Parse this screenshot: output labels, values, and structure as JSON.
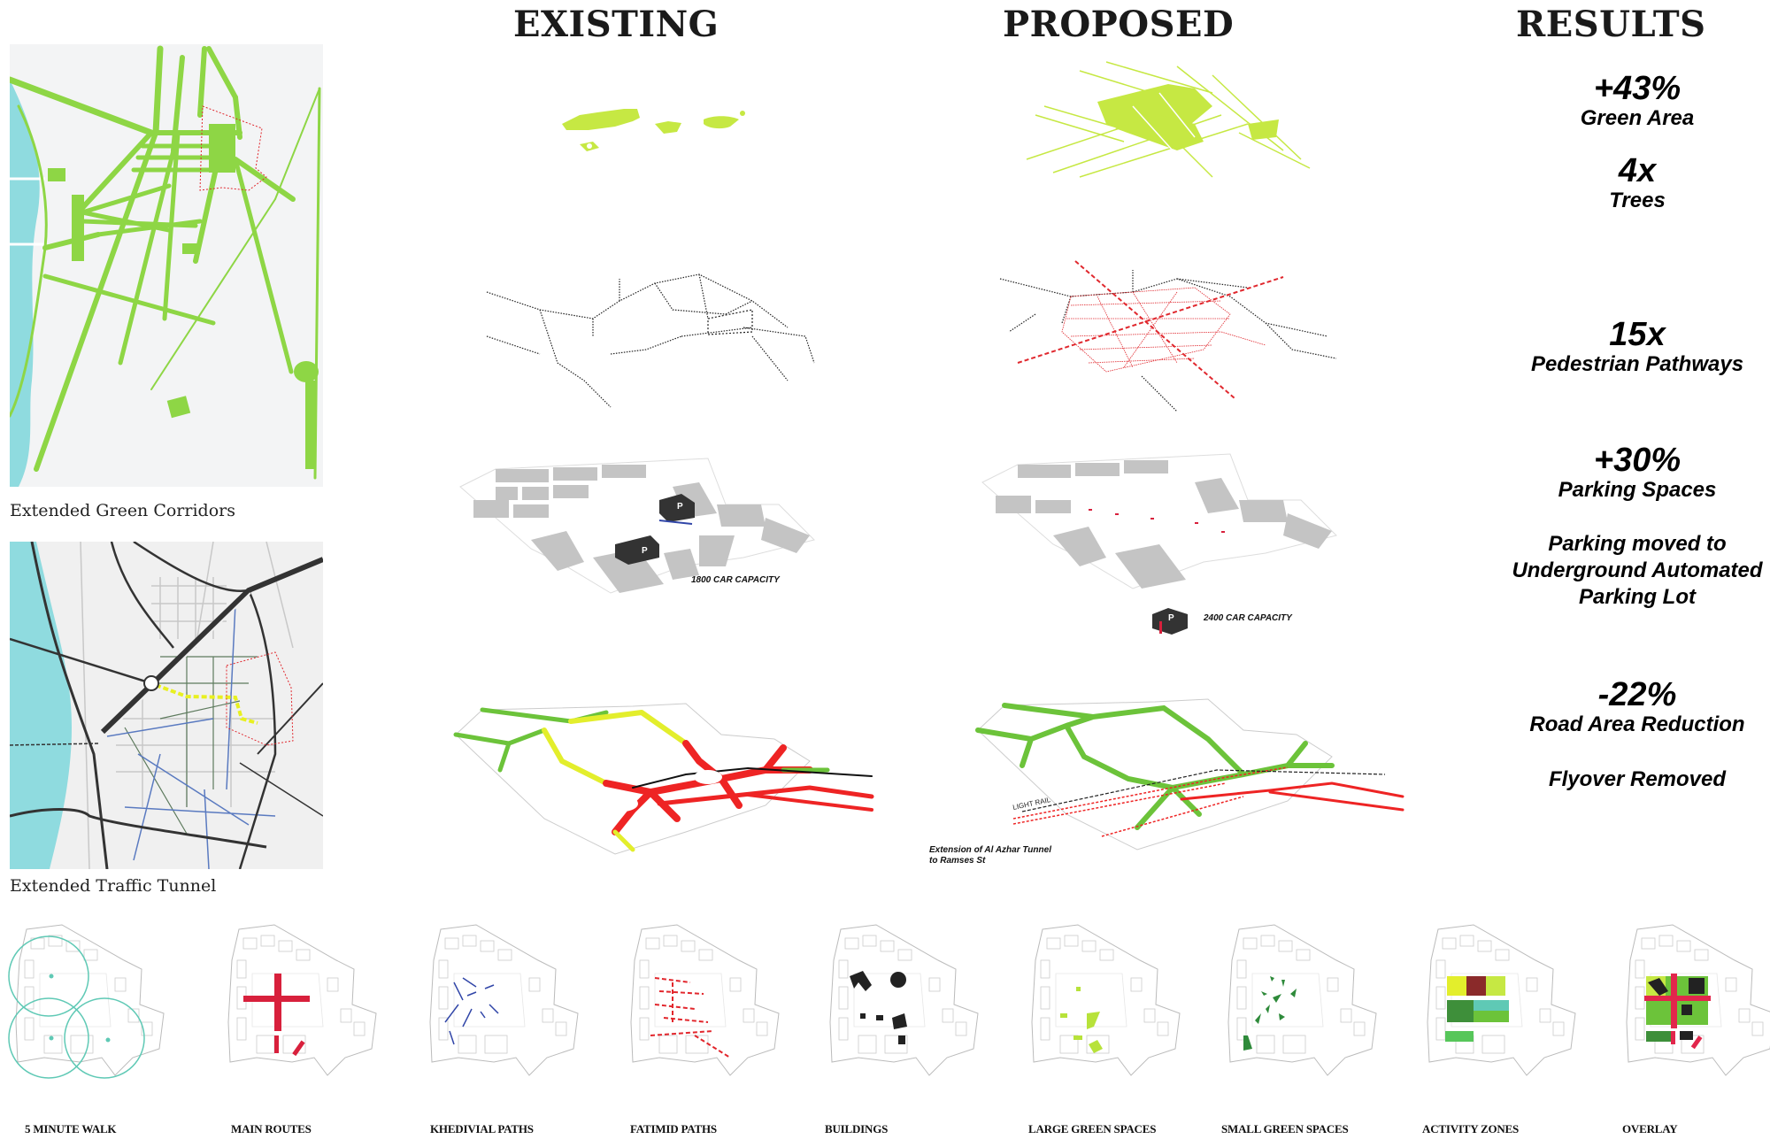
{
  "headers": {
    "existing": "EXISTING",
    "proposed": "PROPOSED",
    "results": "RESULTS"
  },
  "left_maps": {
    "green_corridors_caption": "Extended Green Corridors",
    "traffic_tunnel_caption": "Extended Traffic Tunnel"
  },
  "rows": [
    {
      "id": "green",
      "existing_label": "",
      "proposed_label": ""
    },
    {
      "id": "pedestrian",
      "existing_label": "",
      "proposed_label": ""
    },
    {
      "id": "parking",
      "existing_label": "1800 CAR CAPACITY",
      "proposed_label": "2400 CAR CAPACITY",
      "parking_icon": "P"
    },
    {
      "id": "traffic",
      "existing_label": "",
      "proposed_label": "Extension of Al Azhar Tunnel to Ramses St",
      "proposed_line1": "Extension of Al Azhar Tunnel",
      "proposed_line2": "to Ramses St",
      "rail_label": "LIGHT RAIL"
    }
  ],
  "results": [
    {
      "value": "+43%",
      "label": "Green Area"
    },
    {
      "value": "4x",
      "label": "Trees"
    },
    {
      "value": "15x",
      "label": "Pedestrian Pathways"
    },
    {
      "value": "+30%",
      "label": "Parking Spaces"
    },
    {
      "note_line1": "Parking moved to",
      "note_line2": "Underground Automated",
      "note_line3": "Parking Lot"
    },
    {
      "value": "-22%",
      "label": "Road Area Reduction"
    },
    {
      "note_line1": "Flyover Removed"
    }
  ],
  "layers": [
    {
      "label": "5 MINUTE WALK"
    },
    {
      "label": "MAIN ROUTES"
    },
    {
      "label": "KHEDIVIAL PATHS"
    },
    {
      "label": "FATIMID PATHS"
    },
    {
      "label": "BUILDINGS"
    },
    {
      "label": "LARGE GREEN SPACES"
    },
    {
      "label": "SMALL GREEN SPACES"
    },
    {
      "label": "ACTIVITY ZONES"
    },
    {
      "label": "OVERLAY"
    }
  ],
  "colors": {
    "green_corridor": "#8ed645",
    "lime": "#c6e843",
    "river": "#8fdbdf",
    "pedestrian_red": "#e0282e",
    "traffic_red": "#ee2424",
    "traffic_yellow": "#e3ee2c",
    "traffic_green": "#6cc33a",
    "building_gray": "#c4c4c4",
    "parking_dark": "#333333",
    "walk_teal": "#5fc9b5",
    "main_route": "#d8203c",
    "khedivial_blue": "#3146a8",
    "fatimid_red": "#e2262c",
    "large_green": "#b7e23a",
    "small_green": "#2e8a3a"
  }
}
